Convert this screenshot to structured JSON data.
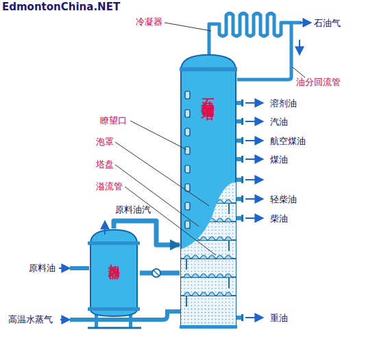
{
  "diagram": {
    "nodes": [
      {
        "text": [
          "石油分馏塔"
        ]
      },
      {
        "text": [
          "加热器"
        ]
      }
    ],
    "edges": [
      {
        "from": 1,
        "to": 0,
        "arrow": "to",
        "label": "原料油汽"
      },
      {
        "from": 1,
        "to": 0,
        "arrow": "none"
      }
    ],
    "labels": [
      "EdmontonChina.NET",
      "冷凝器",
      "石油气",
      "油分回流管",
      "溶剂油",
      "汽油",
      "航空煤油",
      "煤油",
      "轻柴油",
      "柴油",
      "瞭望口",
      "泡罩",
      "塔盘",
      "溢流管",
      "原料油",
      "高温水蒸气",
      "重油"
    ]
  }
}
